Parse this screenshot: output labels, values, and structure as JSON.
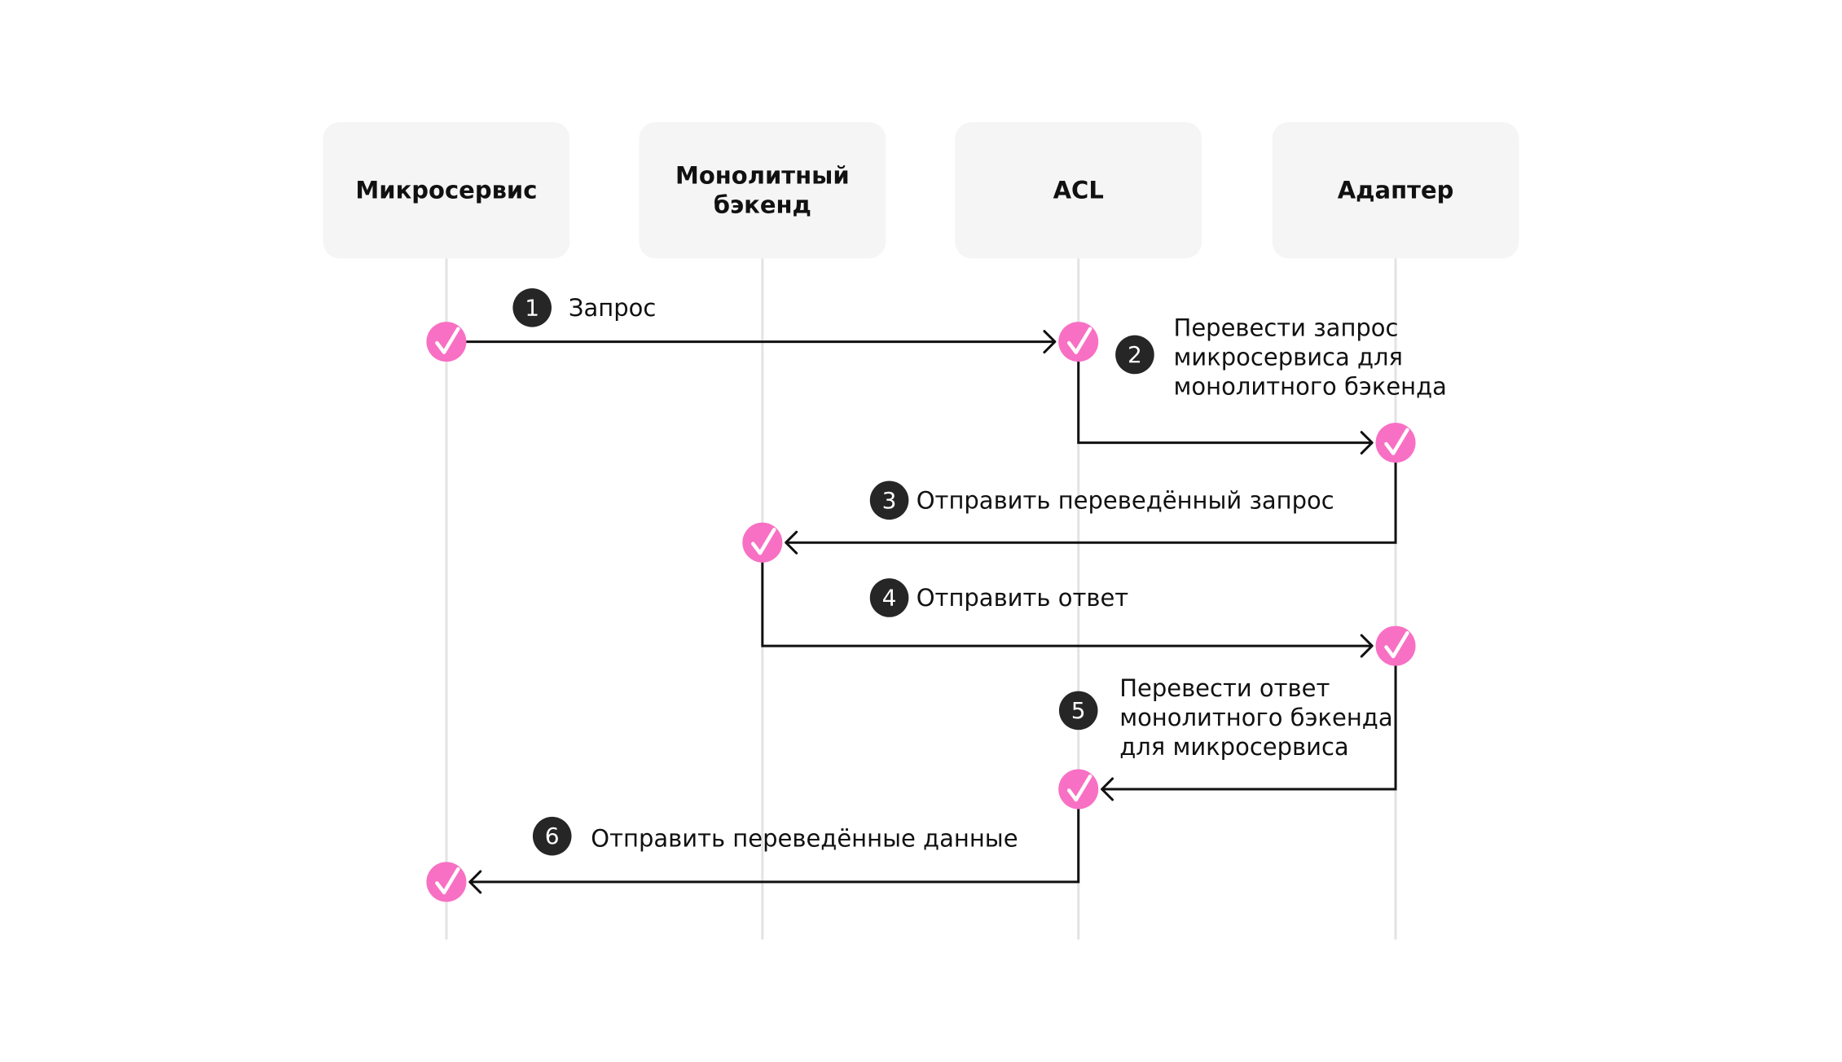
{
  "actors": [
    {
      "id": "microservice",
      "lines": [
        "Микросервис"
      ]
    },
    {
      "id": "monolith",
      "lines": [
        "Монолитный",
        "бэкенд"
      ]
    },
    {
      "id": "acl",
      "lines": [
        "ACL"
      ]
    },
    {
      "id": "adapter",
      "lines": [
        "Адаптер"
      ]
    }
  ],
  "steps": [
    {
      "number": "1",
      "lines": [
        "Запрос"
      ],
      "from": "microservice",
      "to": "acl"
    },
    {
      "number": "2",
      "lines": [
        "Перевести запрос",
        "микросервиса для",
        "монолитного бэкенда"
      ],
      "from": "acl",
      "to": "adapter"
    },
    {
      "number": "3",
      "lines": [
        "Отправить переведённый запрос"
      ],
      "from": "adapter",
      "to": "monolith"
    },
    {
      "number": "4",
      "lines": [
        "Отправить ответ"
      ],
      "from": "monolith",
      "to": "adapter"
    },
    {
      "number": "5",
      "lines": [
        "Перевести ответ",
        "монолитного бэкенда",
        "для микросервиса"
      ],
      "from": "adapter",
      "to": "acl"
    },
    {
      "number": "6",
      "lines": [
        "Отправить переведённые данные"
      ],
      "from": "acl",
      "to": "microservice"
    }
  ],
  "colors": {
    "actor_box": "#f5f5f5",
    "lifeline": "#e3e3e3",
    "message_line": "#111111",
    "step_badge": "#262626",
    "check_marker": "#f870c4"
  },
  "icons": {
    "step_marker": "check-circle-icon",
    "arrow": "arrow-head-icon"
  }
}
